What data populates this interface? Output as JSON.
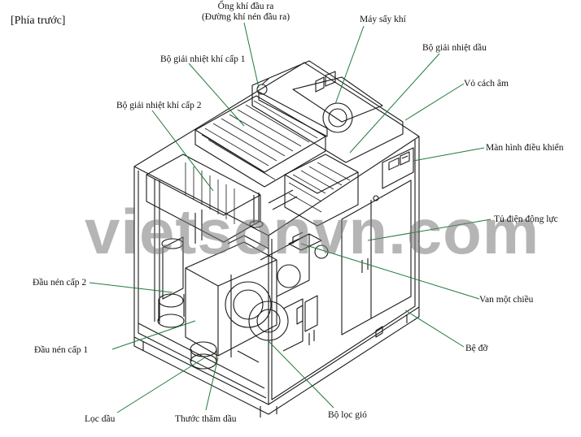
{
  "view_title": "[Phía trước]",
  "watermark": "vietsonvn.com",
  "labels": {
    "outlet_pipe": "Ống khí đầu ra",
    "outlet_pipe_sub": "(Đường khí nén đầu ra)",
    "air_dryer": "Máy sấy khí",
    "oil_cooler": "Bộ giải nhiệt dầu",
    "air_cooler_1": "Bộ giải nhiệt khí cấp 1",
    "soundproof_cover": "Vỏ cách âm",
    "air_cooler_2": "Bộ giải nhiệt khí cấp 2",
    "control_screen": "Màn hình điều khiển",
    "power_cabinet": "Tủ điện động lực",
    "stage2_head": "Đầu nén cấp 2",
    "check_valve": "Van một chiều",
    "stage1_head": "Đầu nén cấp 1",
    "base": "Bệ đỡ",
    "oil_filter": "Lọc dầu",
    "dipstick": "Thước thăm dầu",
    "air_filter": "Bộ lọc gió"
  },
  "colors": {
    "leader": "#1f7a3a",
    "line": "#1a1a1a"
  }
}
